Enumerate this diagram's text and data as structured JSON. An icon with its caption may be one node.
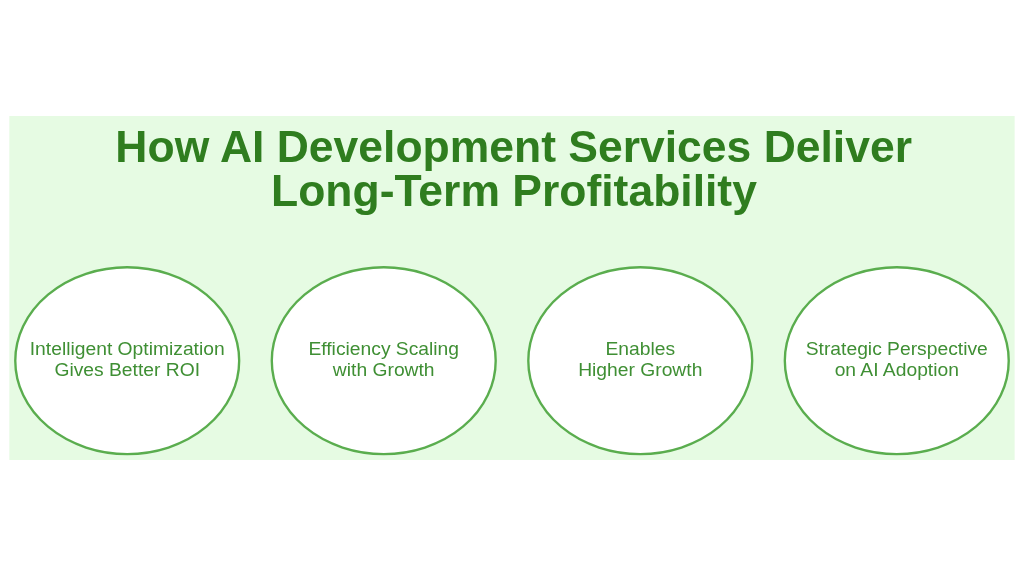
{
  "diagram": {
    "title": "How AI Development Services Deliver Long-Term Profitability",
    "nodes": [
      {
        "text": [
          "Intelligent Optimization Gives Better ROI"
        ]
      },
      {
        "text": [
          "Efficiency Scaling with Growth"
        ]
      },
      {
        "text": [
          "Enables Higher Growth"
        ]
      },
      {
        "text": [
          "Strategic Perspective on AI Adoption"
        ]
      }
    ]
  }
}
